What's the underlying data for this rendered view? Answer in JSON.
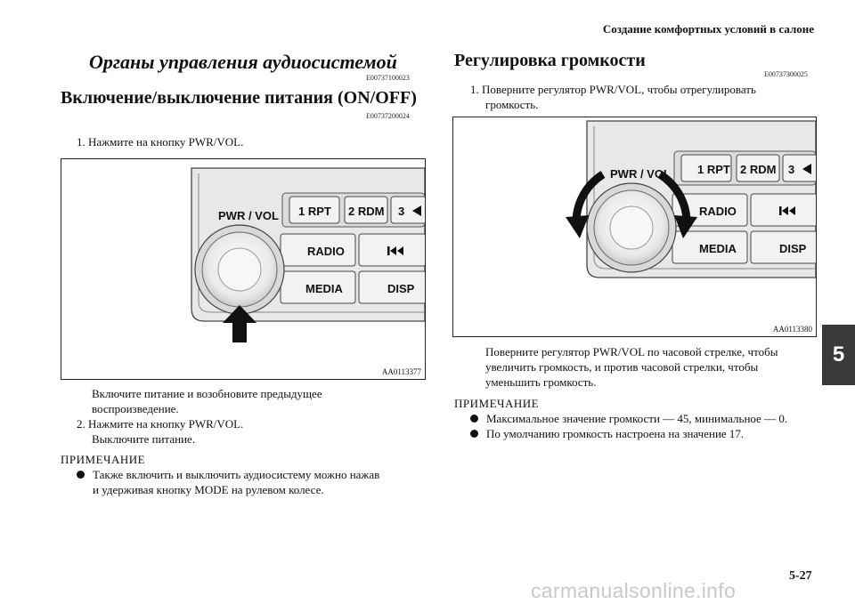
{
  "header": {
    "title": "Создание комфортных условий в салоне"
  },
  "left": {
    "section_title": "Органы управления аудиосистемой",
    "section_code": "E00737100023",
    "subsection_title": "Включение/выключение питания (ON/OFF)",
    "subsection_code": "E00737200024",
    "step1": "1.  Нажмите на кнопку PWR/VOL.",
    "figure_id": "AA0113377",
    "step1_result_1": "Включите питание и возобновите предыдущее",
    "step1_result_2": "воспроизведение.",
    "step2": "2.  Нажмите на кнопку PWR/VOL.",
    "step2_result": "Выключите питание.",
    "note_title": "ПРИМЕЧАНИЕ",
    "note_1": "Также включить и выключить аудиосистему можно нажав",
    "note_2": "и удерживая кнопку MODE на рулевом колесе."
  },
  "right": {
    "section_title": "Регулировка громкости",
    "section_code": "E00737300025",
    "step1_1": "1.  Поверните регулятор PWR/VOL, чтобы отрегулировать",
    "step1_2": "громкость.",
    "figure_id": "AA0113380",
    "result_1": "Поверните регулятор PWR/VOL по часовой стрелке, чтобы",
    "result_2": "увеличить громкость, и против часовой стрелки, чтобы",
    "result_3": "уменьшить громкость.",
    "note_title": "ПРИМЕЧАНИЕ",
    "note_1": "Максимальное значение громкости — 45, минимальное — 0.",
    "note_2": "По умолчанию громкость настроена на значение 17."
  },
  "panel_labels": {
    "pwr_vol": "PWR / VOL",
    "btn_1": "1  RPT",
    "btn_2": "2  RDM",
    "btn_3": "3",
    "radio": "RADIO",
    "media": "MEDIA",
    "disp": "DISP"
  },
  "icons": {
    "prev_track": "skip-back-icon",
    "arrow": "triangle-left-icon"
  },
  "chapter_tab": "5",
  "page_number": "5-27",
  "watermark": "carmanualsonline.info"
}
